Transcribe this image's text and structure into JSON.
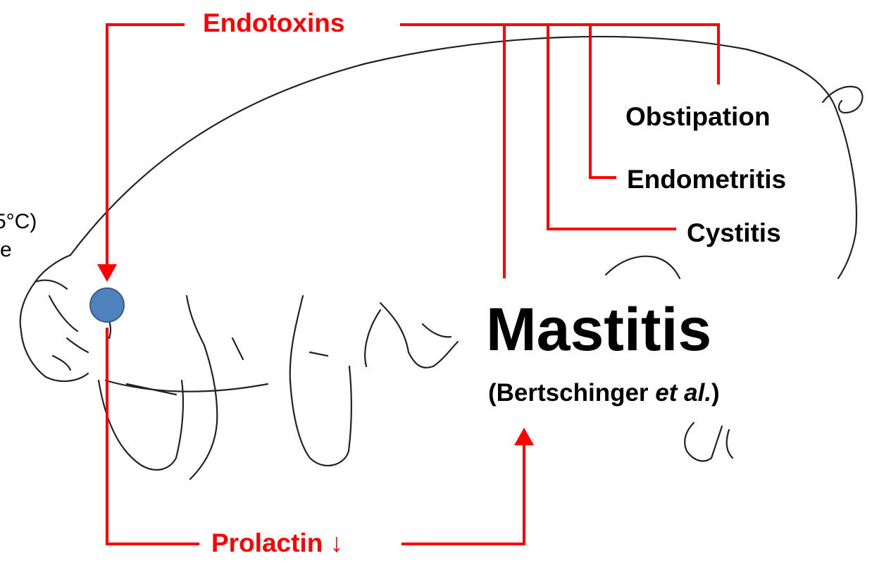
{
  "labels": {
    "endotoxins": "Endotoxins",
    "obstipation": "Obstipation",
    "endometritis": "Endometritis",
    "cystitis": "Cystitis",
    "mastitis": "Mastitis",
    "citation_open": "(Bertschinger ",
    "citation_etal": "et al.",
    "citation_close": ")",
    "prolactin": "Prolactin ↓",
    "cut_left_1": "5°C)",
    "cut_left_2": "e"
  },
  "colors": {
    "connector": "#ff0000",
    "node_fill": "#4f81bd",
    "node_stroke": "#385d8a",
    "sketch": "#222222"
  }
}
